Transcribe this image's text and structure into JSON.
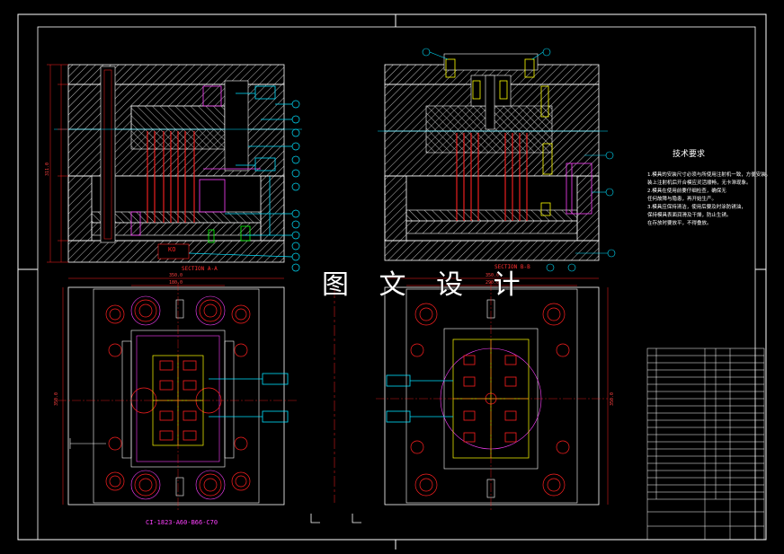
{
  "watermark": "图 文 设 计",
  "section_a_label": "SECTION A-A",
  "section_b_label": "SECTION B-B",
  "part_code": "CI-1823-A60-B66-C70",
  "block_text": "KO",
  "tech_requirements": {
    "title": "技术要求",
    "lines": [
      "1.模具的安装尺寸必须与所使用注射机一致，方便安装。",
      "装上注射机后开合模应灵活顺畅，无卡滞现象。",
      "2.模具在使用前要仔细检查，确保无",
      "任何故障与隐患，再开始生产。",
      "3.模具应保持清洁，使用后要及时涂防锈油，",
      "保持模具表面润滑及干燥，防止生锈。",
      "在存放时要放平，不得叠放。"
    ]
  },
  "dimensions": {
    "top_width": "350.0",
    "inner_width": "180.0",
    "right_width": "350.0",
    "right_inner": "290.0",
    "height_left": "350.0",
    "height_right": "350.0",
    "front_total": "311.0"
  },
  "colors": {
    "outline": "#ffffff",
    "hatch": "#c8c8c8",
    "red": "#ff2020",
    "cyan": "#00e0ff",
    "yellow": "#ffff00",
    "green": "#00ff00",
    "magenta": "#ff40ff"
  }
}
